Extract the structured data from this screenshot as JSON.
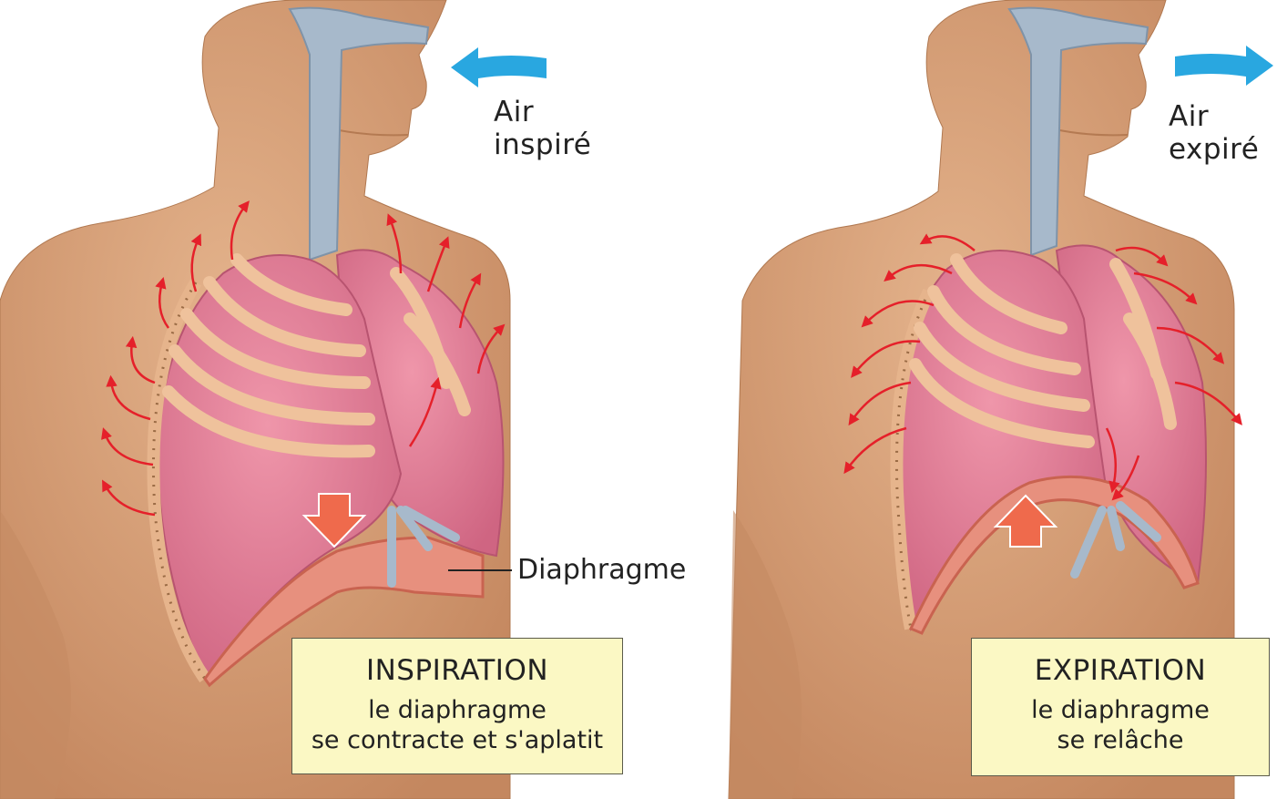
{
  "inspiration": {
    "air_line1": "Air",
    "air_line2": "inspiré",
    "title": "INSPIRATION",
    "desc_line1": "le diaphragme",
    "desc_line2": "se contracte et s'aplatit",
    "diaphragm_label": "Diaphragme"
  },
  "expiration": {
    "air_line1": "Air",
    "air_line2": "expiré",
    "title": "EXPIRATION",
    "desc_line1": "le diaphragme",
    "desc_line2": "se relâche"
  },
  "colors": {
    "skin": "#d9a57c",
    "skin_shadow": "#c08560",
    "lung": "#e07a92",
    "lung_dark": "#c85a76",
    "rib": "#f2c9a4",
    "trachea": "#9fb3c8",
    "air_arrow": "#29a7e0",
    "motion_arrow": "#e5202a",
    "diaphragm_arrow": "#ef6a4c",
    "caption_box": "#fbf8c4"
  }
}
